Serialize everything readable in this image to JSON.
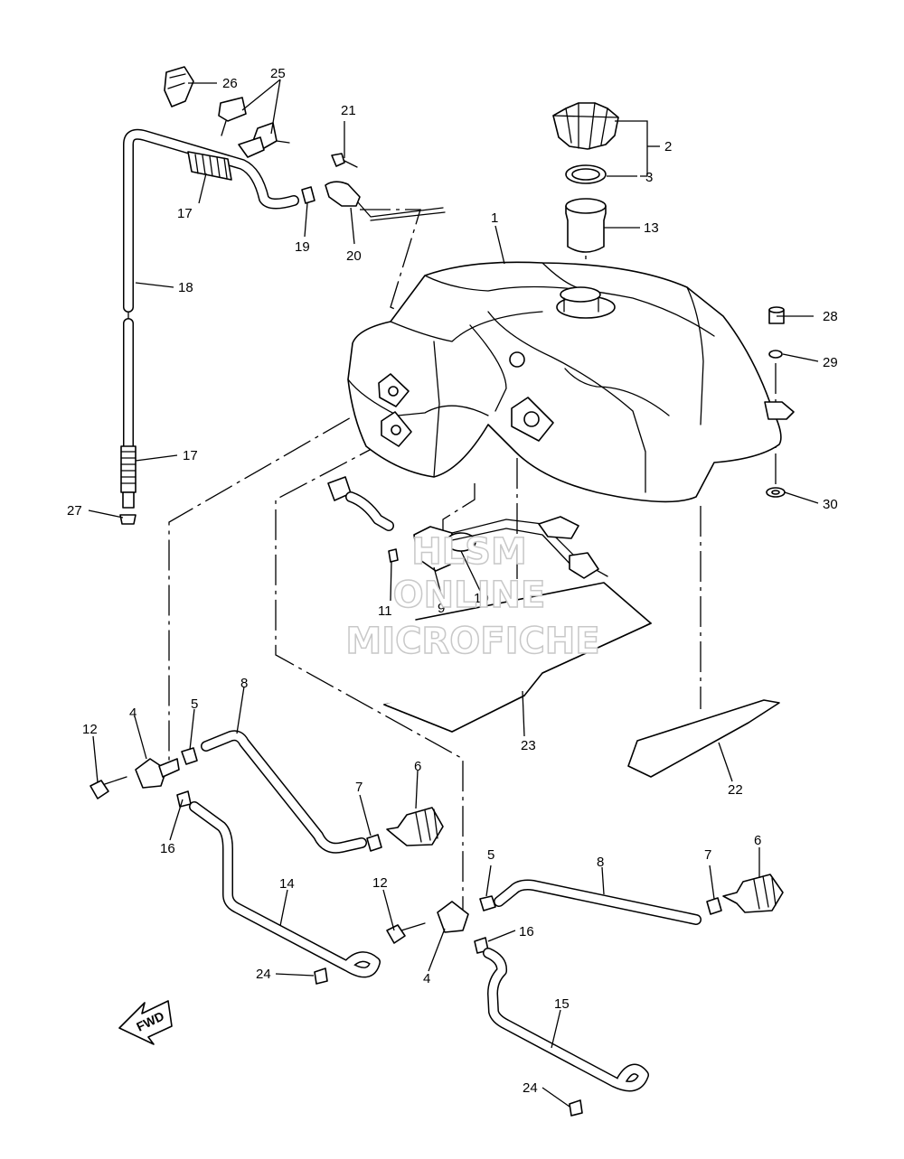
{
  "callouts": {
    "c1": "1",
    "c2": "2",
    "c3": "3",
    "c4a": "4",
    "c4b": "4",
    "c5a": "5",
    "c5b": "5",
    "c6a": "6",
    "c6b": "6",
    "c7a": "7",
    "c7b": "7",
    "c8a": "8",
    "c8b": "8",
    "c9": "9",
    "c10": "10",
    "c11": "11",
    "c12a": "12",
    "c12b": "12",
    "c13": "13",
    "c14": "14",
    "c15": "15",
    "c16a": "16",
    "c16b": "16",
    "c17a": "17",
    "c17b": "17",
    "c18": "18",
    "c19": "19",
    "c20": "20",
    "c21": "21",
    "c22": "22",
    "c23": "23",
    "c24a": "24",
    "c24b": "24",
    "c25": "25",
    "c26": "26",
    "c27": "27",
    "c28": "28",
    "c29": "29",
    "c30": "30"
  },
  "fwd_label": "FWD",
  "watermark": {
    "line1": "HLSM",
    "line2": "ONLINE",
    "line3": "MICROFICHE"
  }
}
